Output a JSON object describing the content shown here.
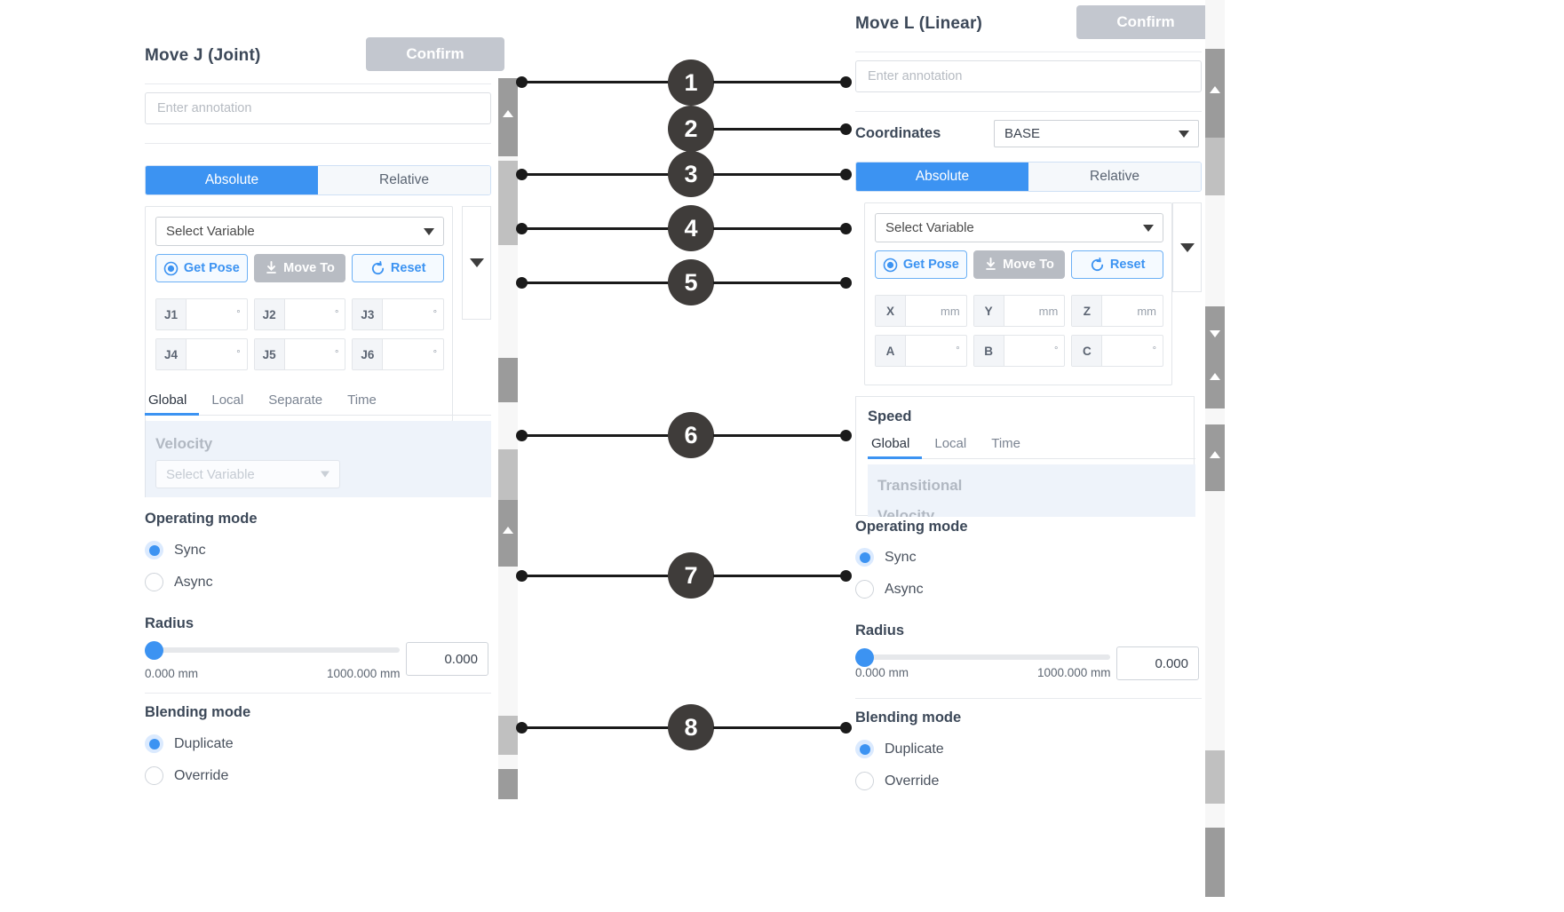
{
  "left_panel": {
    "title": "Move J (Joint)",
    "confirm_label": "Confirm",
    "annotation_placeholder": "Enter annotation",
    "mode_absolute": "Absolute",
    "mode_relative": "Relative",
    "select_variable": "Select Variable",
    "get_pose_label": "Get Pose",
    "move_to_label": "Move To",
    "reset_label": "Reset",
    "joints": [
      {
        "name": "J1",
        "value": "",
        "unit": "°"
      },
      {
        "name": "J2",
        "value": "",
        "unit": "°"
      },
      {
        "name": "J3",
        "value": "",
        "unit": "°"
      },
      {
        "name": "J4",
        "value": "",
        "unit": "°"
      },
      {
        "name": "J5",
        "value": "",
        "unit": "°"
      },
      {
        "name": "J6",
        "value": "",
        "unit": "°"
      }
    ],
    "tabs": [
      {
        "label": "Global",
        "active": true
      },
      {
        "label": "Local",
        "active": false
      },
      {
        "label": "Separate",
        "active": false
      },
      {
        "label": "Time",
        "active": false
      }
    ],
    "velocity_label": "Velocity",
    "velocity_select": "Select Variable",
    "operating_mode_label": "Operating mode",
    "operating_modes": [
      {
        "label": "Sync",
        "selected": true
      },
      {
        "label": "Async",
        "selected": false
      }
    ],
    "radius_label": "Radius",
    "radius_min": "0.000 mm",
    "radius_max": "1000.000 mm",
    "radius_value": "0.000",
    "blending_mode_label": "Blending mode",
    "blending_modes": [
      {
        "label": "Duplicate",
        "selected": true
      },
      {
        "label": "Override",
        "selected": false
      }
    ]
  },
  "right_panel": {
    "title": "Move L (Linear)",
    "confirm_label": "Confirm",
    "annotation_placeholder": "Enter annotation",
    "coordinates_label": "Coordinates",
    "coordinates_value": "BASE",
    "mode_absolute": "Absolute",
    "mode_relative": "Relative",
    "select_variable": "Select Variable",
    "get_pose_label": "Get Pose",
    "move_to_label": "Move To",
    "reset_label": "Reset",
    "axes": [
      {
        "name": "X",
        "value": "",
        "unit": "mm"
      },
      {
        "name": "Y",
        "value": "",
        "unit": "mm"
      },
      {
        "name": "Z",
        "value": "",
        "unit": "mm"
      },
      {
        "name": "A",
        "value": "",
        "unit": "°"
      },
      {
        "name": "B",
        "value": "",
        "unit": "°"
      },
      {
        "name": "C",
        "value": "",
        "unit": "°"
      }
    ],
    "speed_label": "Speed",
    "tabs": [
      {
        "label": "Global",
        "active": true
      },
      {
        "label": "Local",
        "active": false
      },
      {
        "label": "Time",
        "active": false
      }
    ],
    "transitional_label": "Transitional",
    "transitional_sub_label": "Velocity",
    "operating_mode_label": "Operating mode",
    "operating_modes": [
      {
        "label": "Sync",
        "selected": true
      },
      {
        "label": "Async",
        "selected": false
      }
    ],
    "radius_label": "Radius",
    "radius_min": "0.000 mm",
    "radius_max": "1000.000 mm",
    "radius_value": "0.000",
    "blending_mode_label": "Blending mode",
    "blending_modes": [
      {
        "label": "Duplicate",
        "selected": true
      },
      {
        "label": "Override",
        "selected": false
      }
    ]
  },
  "callouts": [
    {
      "number": "1"
    },
    {
      "number": "2"
    },
    {
      "number": "3"
    },
    {
      "number": "4"
    },
    {
      "number": "5"
    },
    {
      "number": "6"
    },
    {
      "number": "7"
    },
    {
      "number": "8"
    }
  ],
  "colors": {
    "accent": "#3c93f2",
    "confirm_grey": "#c3c7cf",
    "callout_circle": "#3f3c3a",
    "panel_border": "#e3e6ea"
  }
}
